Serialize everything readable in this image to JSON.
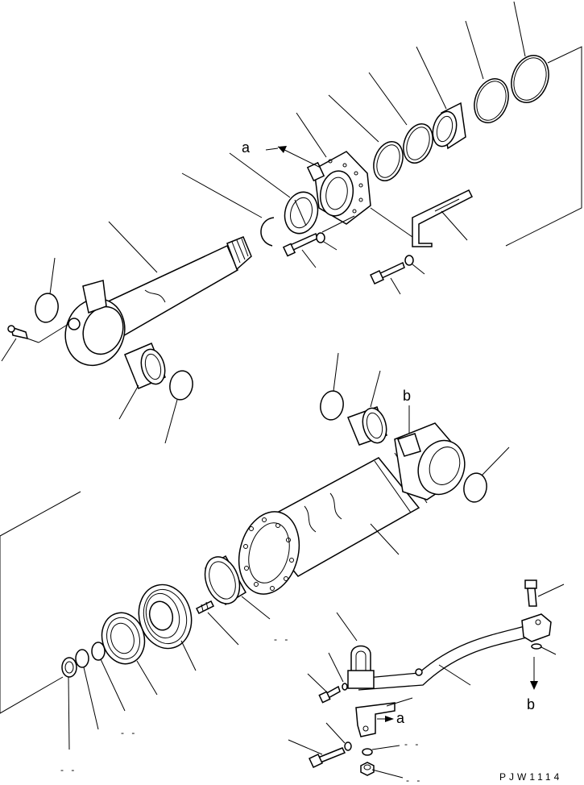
{
  "labels": {
    "callout_a_top": "a",
    "callout_b_top": "b",
    "callout_b_bottom": "b",
    "callout_a_bottom": "a",
    "dash_1": "- -",
    "dash_2": "- -",
    "dash_3": "- -",
    "dash_4": "- -",
    "dash_5": "- -"
  },
  "figure_code": "PJW1114"
}
